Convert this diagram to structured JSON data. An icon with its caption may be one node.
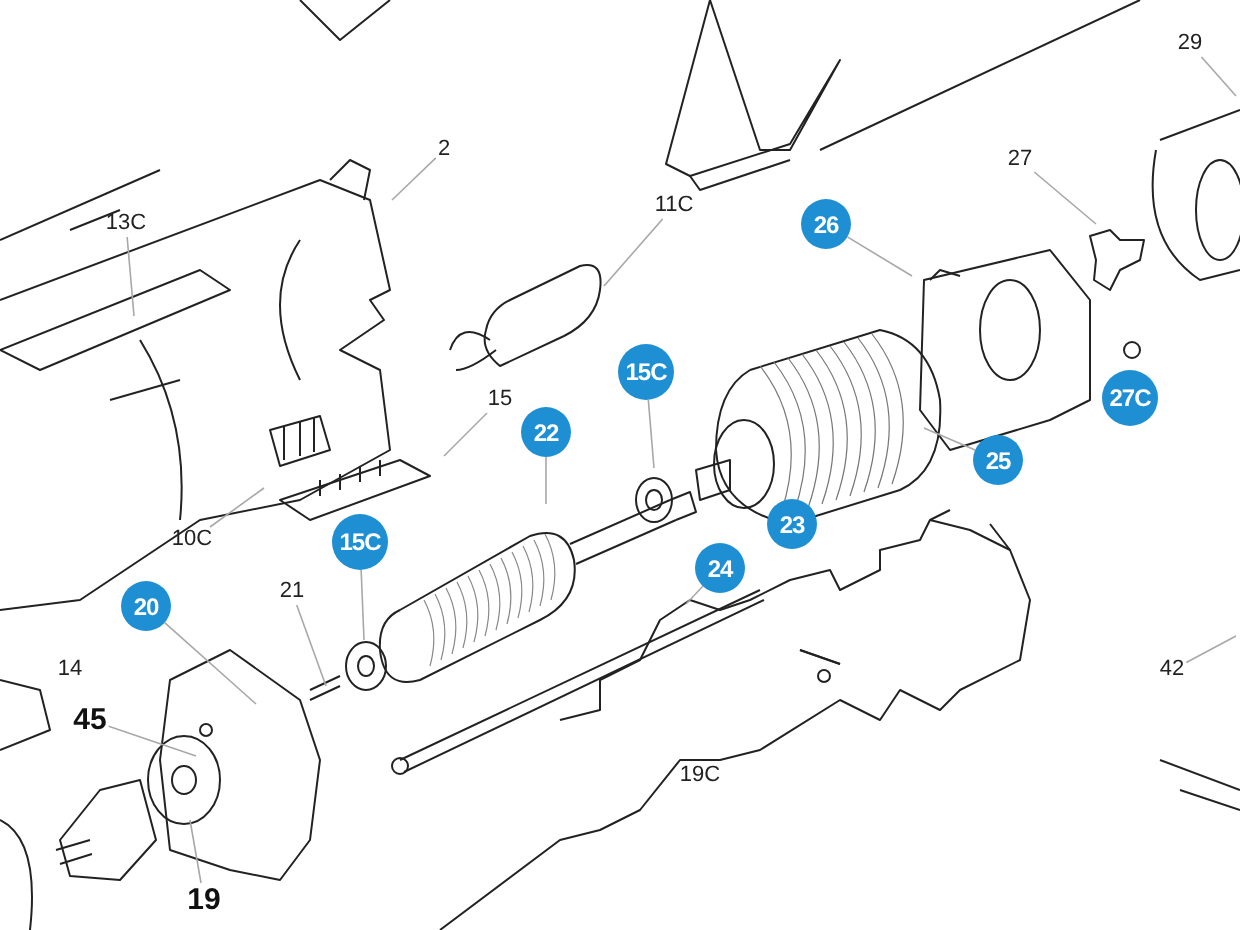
{
  "diagram": {
    "nodes": [
      {
        "text": [
          "29"
        ]
      },
      {
        "text": [
          "2"
        ]
      },
      {
        "text": [
          "27"
        ]
      },
      {
        "text": [
          "11C"
        ]
      },
      {
        "text": [
          "13C"
        ]
      },
      {
        "text": [
          "26"
        ]
      },
      {
        "text": [
          "15C"
        ]
      },
      {
        "text": [
          "15"
        ]
      },
      {
        "text": [
          "22"
        ]
      },
      {
        "text": [
          "27C"
        ]
      },
      {
        "text": [
          "25"
        ]
      },
      {
        "text": [
          "23"
        ]
      },
      {
        "text": [
          "10C"
        ]
      },
      {
        "text": [
          "15C"
        ]
      },
      {
        "text": [
          "24"
        ]
      },
      {
        "text": [
          "20"
        ]
      },
      {
        "text": [
          "21"
        ]
      },
      {
        "text": [
          "14"
        ]
      },
      {
        "text": [
          "42"
        ]
      },
      {
        "text": [
          "45"
        ]
      },
      {
        "text": [
          "19C"
        ]
      },
      {
        "text": [
          "19"
        ]
      }
    ],
    "edges": [
      {
        "from": 0,
        "to": null,
        "arrow": "none"
      },
      {
        "from": 1,
        "to": null,
        "arrow": "none"
      },
      {
        "from": 2,
        "to": null,
        "arrow": "none"
      },
      {
        "from": 3,
        "to": null,
        "arrow": "none"
      },
      {
        "from": 4,
        "to": null,
        "arrow": "none"
      },
      {
        "from": 5,
        "to": null,
        "arrow": "none"
      },
      {
        "from": 6,
        "to": null,
        "arrow": "none"
      },
      {
        "from": 7,
        "to": null,
        "arrow": "none"
      },
      {
        "from": 8,
        "to": null,
        "arrow": "none"
      },
      {
        "from": 10,
        "to": null,
        "arrow": "none"
      },
      {
        "from": 12,
        "to": null,
        "arrow": "none"
      },
      {
        "from": 13,
        "to": null,
        "arrow": "none"
      },
      {
        "from": 14,
        "to": null,
        "arrow": "none"
      },
      {
        "from": 15,
        "to": null,
        "arrow": "none"
      },
      {
        "from": 16,
        "to": null,
        "arrow": "none"
      },
      {
        "from": 18,
        "to": null,
        "arrow": "none"
      },
      {
        "from": 19,
        "to": null,
        "arrow": "none"
      },
      {
        "from": 21,
        "to": null,
        "arrow": "none"
      }
    ]
  }
}
